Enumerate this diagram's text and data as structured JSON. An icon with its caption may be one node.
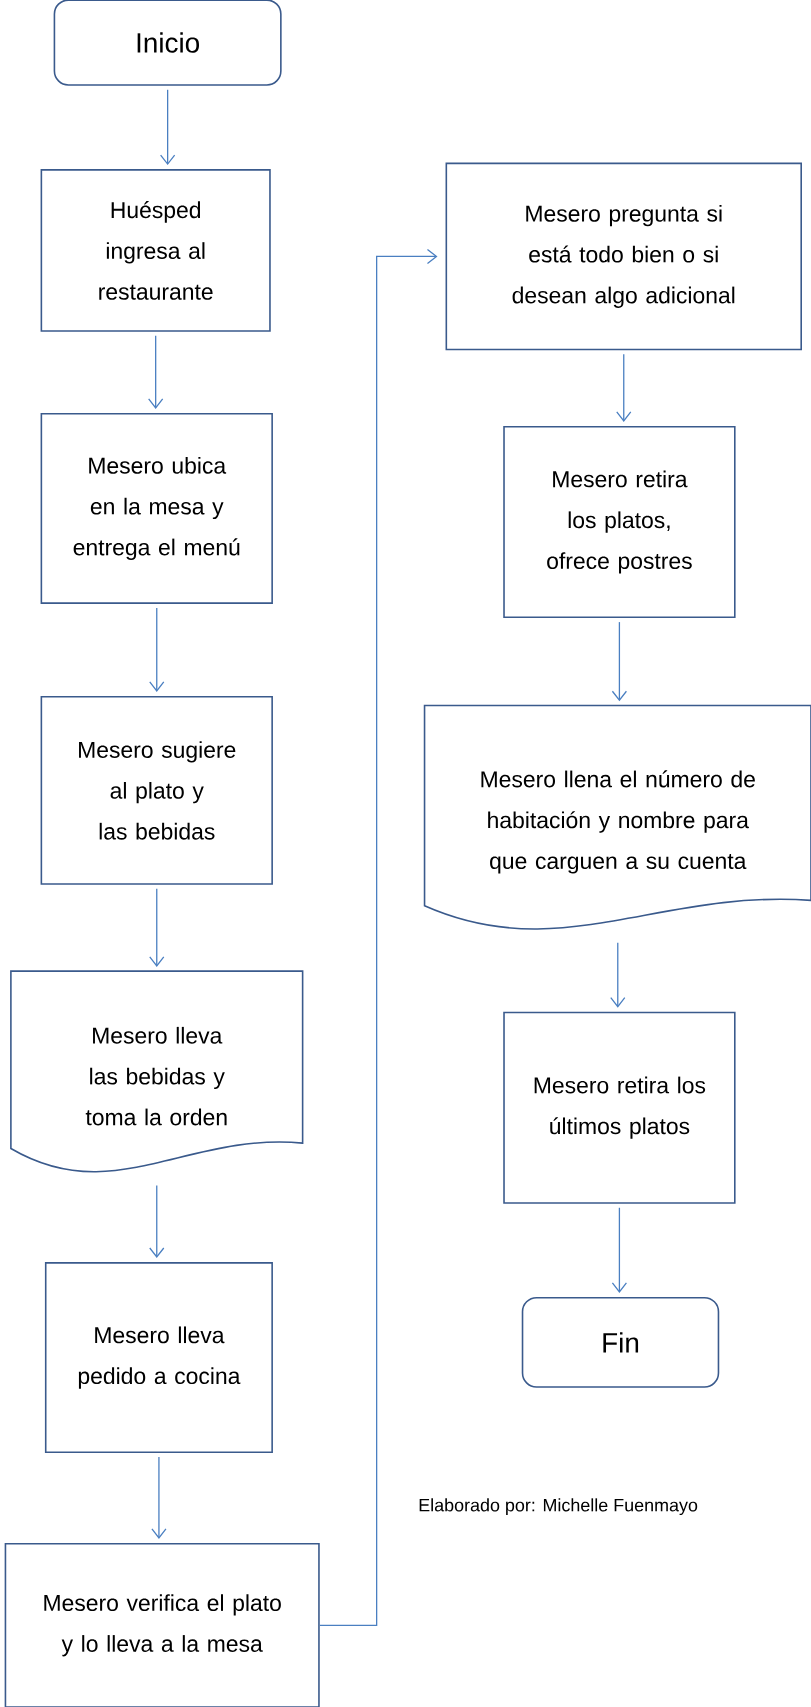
{
  "diagram": {
    "nodes": [
      {
        "text": [
          "Inicio"
        ]
      },
      {
        "text": [
          "Huésped ingresa al restaurante"
        ]
      },
      {
        "text": [
          "Mesero ubica en la mesa y entrega el menú"
        ]
      },
      {
        "text": [
          "Mesero sugiere al plato y las bebidas"
        ]
      },
      {
        "text": [
          "Mesero lleva las bebidas y toma la orden"
        ]
      },
      {
        "text": [
          "Mesero lleva pedido a cocina"
        ]
      },
      {
        "text": [
          "Mesero verifica el plato y lo lleva a la mesa"
        ]
      },
      {
        "text": [
          "Mesero pregunta si está todo bien o si desean algo adicional"
        ]
      },
      {
        "text": [
          "Mesero retira los platos, ofrece postres"
        ]
      },
      {
        "text": [
          "Mesero llena el número de habitación y nombre para que carguen a su cuenta"
        ]
      },
      {
        "text": [
          "Mesero retira los últimos platos"
        ]
      },
      {
        "text": [
          "Fin"
        ]
      }
    ],
    "edges": [
      {
        "from": 0,
        "to": 1,
        "arrow": "to"
      },
      {
        "from": 1,
        "to": 2,
        "arrow": "to"
      },
      {
        "from": 2,
        "to": 3,
        "arrow": "to"
      },
      {
        "from": 3,
        "to": 4,
        "arrow": "to"
      },
      {
        "from": 4,
        "to": 5,
        "arrow": "to"
      },
      {
        "from": 5,
        "to": 6,
        "arrow": "to"
      },
      {
        "from": 6,
        "to": 7,
        "arrow": "to"
      },
      {
        "from": 7,
        "to": 8,
        "arrow": "to"
      },
      {
        "from": 8,
        "to": 9,
        "arrow": "to"
      },
      {
        "from": 9,
        "to": 10,
        "arrow": "to"
      },
      {
        "from": 10,
        "to": 11,
        "arrow": "to"
      }
    ],
    "labels": [
      "Elaborado por: Michelle Fuenmayo"
    ]
  }
}
